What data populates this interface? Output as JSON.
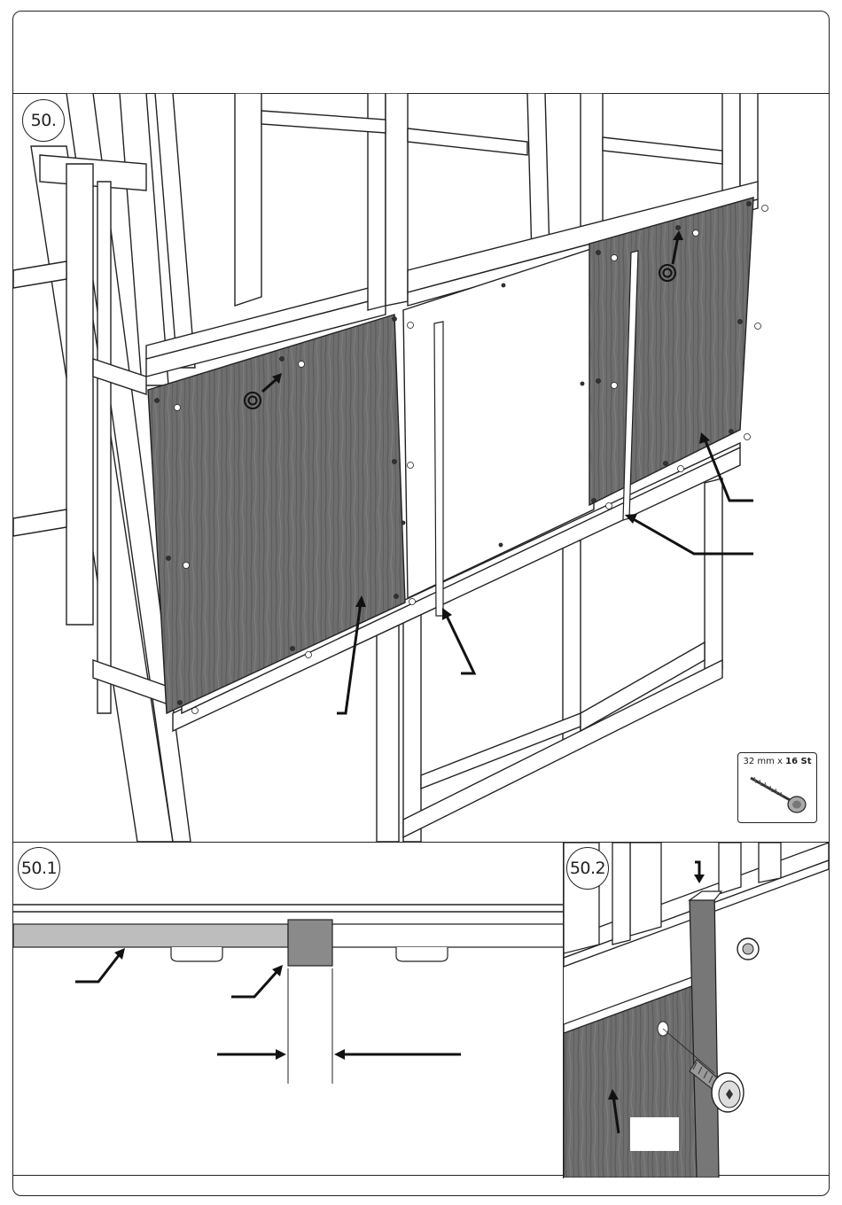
{
  "steps": {
    "main": "50.",
    "detail_1": "50.1",
    "detail_2": "50.2"
  },
  "hardware": {
    "size": "32 mm x",
    "count": "16 St",
    "icon": "screw-icon"
  },
  "colors": {
    "wood": "#6b6b6b",
    "line": "#222222",
    "frame_fill": "#ffffff",
    "gray_bar": "#bdbdbd",
    "block": "#8a8a8a"
  }
}
